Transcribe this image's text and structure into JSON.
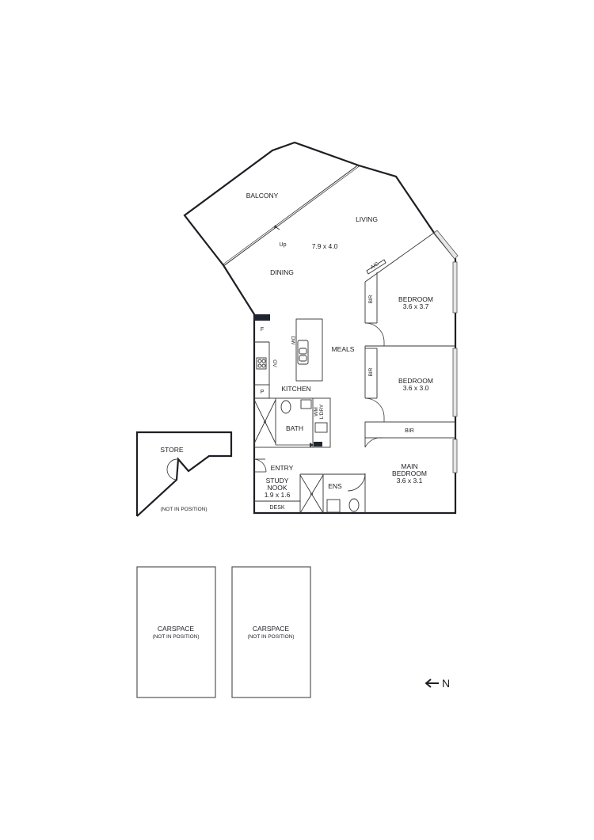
{
  "floorplan": {
    "rooms": {
      "balcony": "BALCONY",
      "living": "LIVING",
      "living_dims": "7.9 x 4.0",
      "dining": "DINING",
      "up": "Up",
      "meals": "MEALS",
      "kitchen": "KITCHEN",
      "bath": "BATH",
      "laundry_wm": "WM",
      "laundry": "L'DRY",
      "entry": "ENTRY",
      "study_line1": "STUDY",
      "study_line2": "NOOK",
      "study_dims": "1.9 x 1.6",
      "desk": "DESK",
      "ens": "ENS",
      "bedroom1": "BEDROOM",
      "bedroom1_dims": "3.6 x 3.7",
      "bedroom2": "BEDROOM",
      "bedroom2_dims": "3.6 x 3.0",
      "main_bedroom_line1": "MAIN",
      "main_bedroom_line2": "BEDROOM",
      "main_bedroom_dims": "3.6 x 3.1",
      "bir1": "BIR",
      "bir2": "BIR",
      "bir3": "BIR",
      "ac": "A/C",
      "fridge": "F",
      "pantry": "P",
      "dishwasher": "DW",
      "oven": "OV"
    },
    "store": {
      "label": "STORE",
      "note": "(NOT IN POSITION)"
    },
    "carspaces": [
      {
        "label": "CARSPACE",
        "note": "(NOT IN POSITION)"
      },
      {
        "label": "CARSPACE",
        "note": "(NOT IN POSITION)"
      }
    ],
    "compass": {
      "arrow": "←",
      "direction": "N"
    }
  }
}
